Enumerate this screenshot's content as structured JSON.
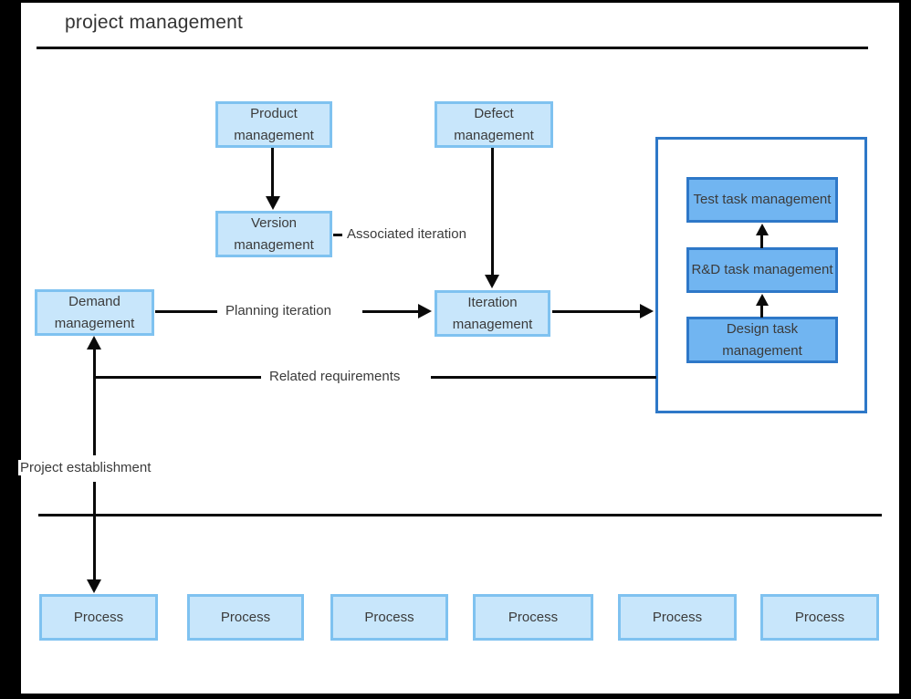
{
  "title": "project management",
  "boxes": {
    "product": "Product management",
    "defect": "Defect management",
    "version": "Version management",
    "demand": "Demand management",
    "iteration": "Iteration management",
    "test_task": "Test task management",
    "rnd_task": "R&D task management",
    "design_task": "Design task management"
  },
  "edge_labels": {
    "associated_iteration": "Associated iteration",
    "planning_iteration": "Planning iteration",
    "related_requirements": "Related requirements",
    "project_establishment": "Project establishment"
  },
  "process_row": [
    "Process",
    "Process",
    "Process",
    "Process",
    "Process",
    "Process"
  ],
  "colors": {
    "light_box_fill": "#c8e6fb",
    "light_box_border": "#7fc2f0",
    "dark_box_fill": "#71b5f1",
    "dark_box_border": "#2e78c8",
    "container_border": "#2e78c8",
    "text": "#3b3b3b",
    "connector": "#0a0a0a",
    "canvas_bg": "#ffffff",
    "frame_bg": "#000000"
  }
}
